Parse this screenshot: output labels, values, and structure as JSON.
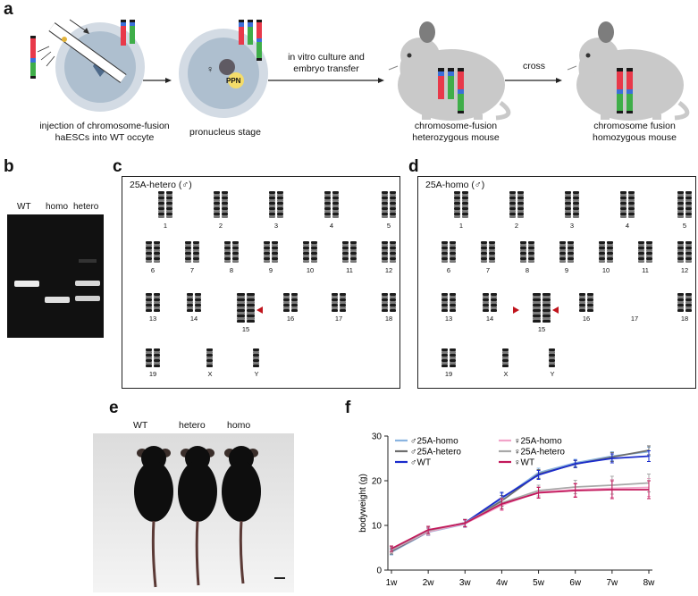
{
  "panels": {
    "a": {
      "label": "a",
      "caption_injection_line1": "injection of chromosome-fusion",
      "caption_injection_line2": "haESCs into WT occyte",
      "caption_pronucleus": "pronucleus stage",
      "arrow_label_line1": "in vitro culture and",
      "arrow_label_line2": "embryo transfer",
      "arrow_label_cross": "cross",
      "caption_hetero_line1": "chromosome-fusion",
      "caption_hetero_line2": "heterozygous mouse",
      "caption_homo_line1": "chromosome fusion",
      "caption_homo_line2": "homozygous mouse",
      "female_symbol": "♀",
      "ppn_label": "PPN"
    },
    "b": {
      "label": "b",
      "lanes": [
        "WT",
        "homo",
        "hetero"
      ]
    },
    "c": {
      "label": "c",
      "title": "25A-hetero (♂)",
      "chromosomes": [
        "1",
        "2",
        "3",
        "4",
        "5",
        "6",
        "7",
        "8",
        "9",
        "10",
        "11",
        "12",
        "13",
        "14",
        "15",
        "16",
        "17",
        "18",
        "19",
        "X",
        "Y"
      ]
    },
    "d": {
      "label": "d",
      "title": "25A-homo (♂)",
      "chromosomes": [
        "1",
        "2",
        "3",
        "4",
        "5",
        "6",
        "7",
        "8",
        "9",
        "10",
        "11",
        "12",
        "13",
        "14",
        "15",
        "16",
        "17",
        "18",
        "19",
        "X",
        "Y"
      ]
    },
    "e": {
      "label": "e",
      "mice": [
        "WT",
        "hetero",
        "homo"
      ]
    },
    "f": {
      "label": "f"
    }
  },
  "colors": {
    "red": "#e8394a",
    "blue": "#3b6fd8",
    "green": "#3fae49",
    "black": "#1a1a1a",
    "mouse_gray": "#c9c9c9",
    "cell_gray": "#b9c7d6",
    "arrowhead_red": "#c0141c"
  },
  "chart_data": {
    "type": "line",
    "categories": [
      "1w",
      "2w",
      "3w",
      "4w",
      "5w",
      "6w",
      "7w",
      "8w"
    ],
    "ylabel": "bodyweight (g)",
    "ylim": [
      0,
      30
    ],
    "yticks": [
      0,
      10,
      20,
      30
    ],
    "legend_placement": "top-left",
    "series": [
      {
        "name": "♂25A-homo",
        "color": "#8ab4e0",
        "values": [
          4.0,
          8.5,
          10.3,
          16.0,
          21.8,
          24.0,
          25.5,
          26.5
        ],
        "err": [
          0.6,
          0.8,
          0.8,
          1.2,
          1.0,
          0.8,
          1.0,
          1.0
        ]
      },
      {
        "name": "♂25A-hetero",
        "color": "#6e6e6e",
        "values": [
          4.2,
          8.6,
          10.5,
          15.5,
          21.5,
          23.7,
          25.3,
          26.8
        ],
        "err": [
          0.6,
          0.8,
          0.8,
          1.2,
          1.0,
          0.8,
          1.0,
          1.0
        ]
      },
      {
        "name": "♂WT",
        "color": "#1a2bcc",
        "values": [
          4.5,
          8.7,
          10.6,
          16.2,
          21.3,
          23.8,
          25.0,
          25.5
        ],
        "err": [
          0.6,
          0.8,
          0.8,
          1.2,
          1.0,
          0.8,
          1.0,
          1.2
        ]
      },
      {
        "name": "♀25A-homo",
        "color": "#f2a3c8",
        "values": [
          4.5,
          8.6,
          10.4,
          14.5,
          17.5,
          18.0,
          18.3,
          18.5
        ],
        "err": [
          0.6,
          0.8,
          0.8,
          1.2,
          1.2,
          1.5,
          2.0,
          2.0
        ]
      },
      {
        "name": "♀25A-hetero",
        "color": "#a8a8a8",
        "values": [
          4.6,
          8.8,
          10.6,
          15.0,
          17.8,
          18.6,
          19.0,
          19.5
        ],
        "err": [
          0.6,
          0.8,
          0.8,
          1.2,
          1.2,
          1.5,
          2.0,
          2.0
        ]
      },
      {
        "name": "♀WT",
        "color": "#c2185b",
        "values": [
          4.8,
          9.0,
          10.5,
          14.8,
          17.3,
          17.8,
          18.0,
          18.0
        ],
        "err": [
          0.6,
          0.8,
          0.8,
          1.2,
          1.2,
          1.5,
          2.0,
          2.0
        ]
      }
    ]
  }
}
